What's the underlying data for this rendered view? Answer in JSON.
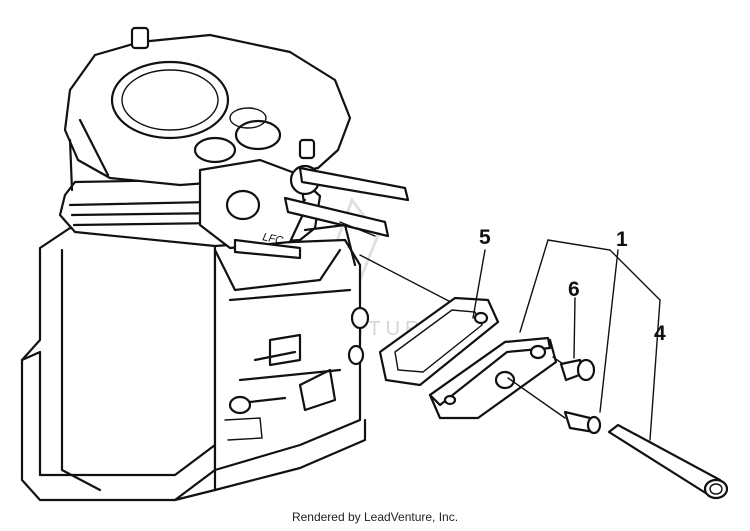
{
  "diagram": {
    "callouts": [
      {
        "id": "5",
        "label": "5"
      },
      {
        "id": "1",
        "label": "1"
      },
      {
        "id": "6",
        "label": "6"
      },
      {
        "id": "4",
        "label": "4"
      }
    ],
    "engine_marking": "LFC",
    "watermark": "LEADVENTURE"
  },
  "footer": {
    "credit": "Rendered by LeadVenture, Inc."
  }
}
